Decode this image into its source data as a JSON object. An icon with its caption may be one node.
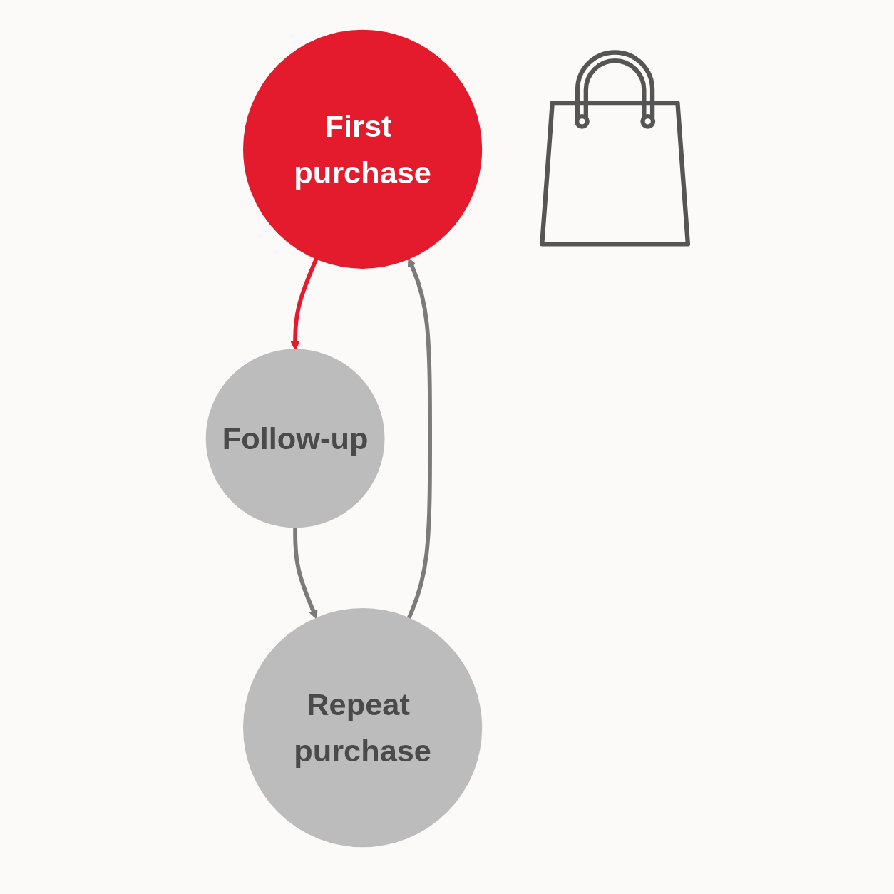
{
  "diagram": {
    "nodes": [
      {
        "text": [
          "First purchase"
        ]
      },
      {
        "text": [
          "Follow-up"
        ]
      },
      {
        "text": [
          "Repeat purchase"
        ]
      },
      {
        "text": [],
        "shape": "picture"
      }
    ],
    "edges": [
      {
        "from": 0,
        "to": 1,
        "arrow": "to",
        "color": "#e31b2d"
      },
      {
        "from": 1,
        "to": 2,
        "arrow": "to"
      },
      {
        "from": 2,
        "to": 0,
        "arrow": "to"
      }
    ]
  }
}
